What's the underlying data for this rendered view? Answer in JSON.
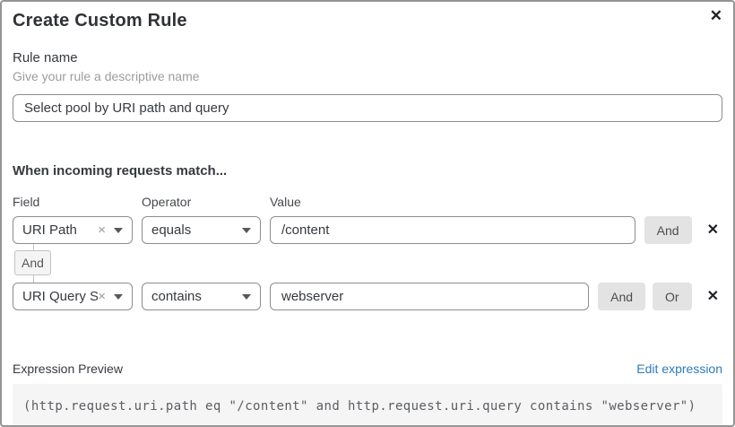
{
  "dialog": {
    "title": "Create Custom Rule",
    "close_icon": "✕"
  },
  "rule_name": {
    "label": "Rule name",
    "helper": "Give your rule a descriptive name",
    "value": "Select pool by URI path and query"
  },
  "match": {
    "heading": "When incoming requests match...",
    "column_labels": {
      "field": "Field",
      "operator": "Operator",
      "value": "Value"
    },
    "connector_label": "And",
    "rows": [
      {
        "field": "URI Path",
        "operator": "equals",
        "value": "/content",
        "and_label": "And",
        "remove_icon": "✕",
        "clear_icon": "×"
      },
      {
        "field": "URI Query St...",
        "operator": "contains",
        "value": "webserver",
        "and_label": "And",
        "or_label": "Or",
        "remove_icon": "✕",
        "clear_icon": "×"
      }
    ]
  },
  "expression": {
    "label": "Expression Preview",
    "edit_link": "Edit expression",
    "code": "(http.request.uri.path eq \"/content\" and http.request.uri.query contains \"webserver\")"
  },
  "colors": {
    "link_blue": "#2c7bbf",
    "button_gray": "#e3e3e3",
    "input_border": "#8d8d8d",
    "dialog_border": "#949494",
    "code_bg": "#f5f5f5"
  }
}
